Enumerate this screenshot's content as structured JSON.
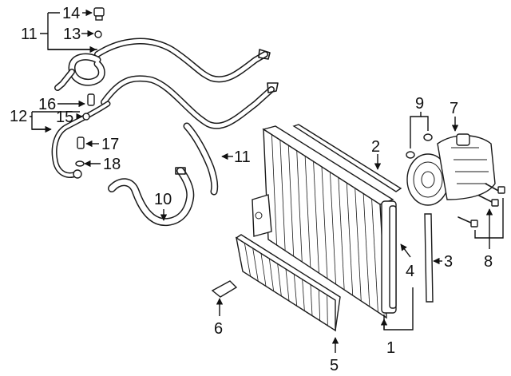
{
  "callouts": [
    {
      "id": "1",
      "label": "1"
    },
    {
      "id": "2",
      "label": "2"
    },
    {
      "id": "3",
      "label": "3"
    },
    {
      "id": "4",
      "label": "4"
    },
    {
      "id": "5",
      "label": "5"
    },
    {
      "id": "6",
      "label": "6"
    },
    {
      "id": "7",
      "label": "7"
    },
    {
      "id": "8",
      "label": "8"
    },
    {
      "id": "9",
      "label": "9"
    },
    {
      "id": "10",
      "label": "10"
    },
    {
      "id": "11a",
      "label": "11"
    },
    {
      "id": "11b",
      "label": "11"
    },
    {
      "id": "12",
      "label": "12"
    },
    {
      "id": "13",
      "label": "13"
    },
    {
      "id": "14",
      "label": "14"
    },
    {
      "id": "15",
      "label": "15"
    },
    {
      "id": "16",
      "label": "16"
    },
    {
      "id": "17",
      "label": "17"
    },
    {
      "id": "18",
      "label": "18"
    }
  ],
  "colors": {
    "line": "#1a1a1a",
    "background": "#ffffff"
  }
}
